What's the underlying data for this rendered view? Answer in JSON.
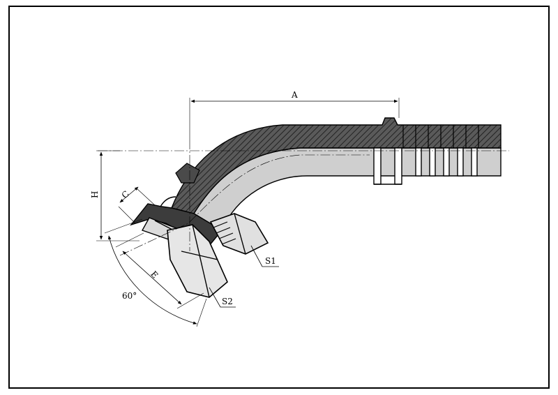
{
  "drawing": {
    "dimension_labels": {
      "a": "A",
      "h": "H",
      "c": "C",
      "e": "E",
      "angle": "60°",
      "s1": "S1",
      "s2": "S2"
    }
  }
}
